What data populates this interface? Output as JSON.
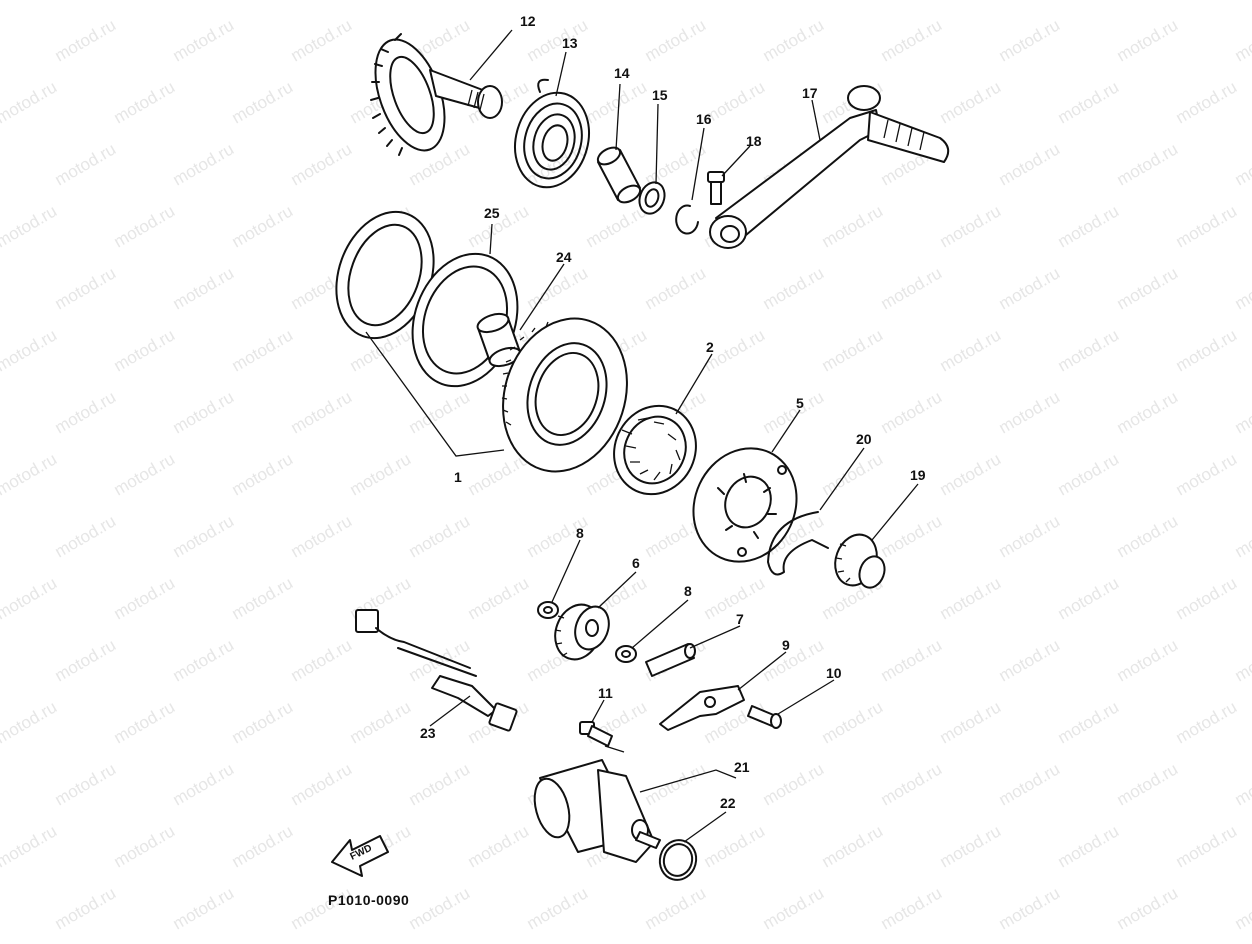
{
  "watermark": "motod.ru",
  "diagram_code": "P1010-0090",
  "fwd_label": "FWD",
  "parts": [
    {
      "id": "p1",
      "label": "1"
    },
    {
      "id": "p2",
      "label": "2"
    },
    {
      "id": "p5",
      "label": "5"
    },
    {
      "id": "p6",
      "label": "6"
    },
    {
      "id": "p7",
      "label": "7"
    },
    {
      "id": "p8a",
      "label": "8"
    },
    {
      "id": "p8b",
      "label": "8"
    },
    {
      "id": "p9",
      "label": "9"
    },
    {
      "id": "p10",
      "label": "10"
    },
    {
      "id": "p11",
      "label": "11"
    },
    {
      "id": "p12",
      "label": "12"
    },
    {
      "id": "p13",
      "label": "13"
    },
    {
      "id": "p14",
      "label": "14"
    },
    {
      "id": "p15",
      "label": "15"
    },
    {
      "id": "p16",
      "label": "16"
    },
    {
      "id": "p17",
      "label": "17"
    },
    {
      "id": "p18",
      "label": "18"
    },
    {
      "id": "p19",
      "label": "19"
    },
    {
      "id": "p20",
      "label": "20"
    },
    {
      "id": "p21",
      "label": "21"
    },
    {
      "id": "p22",
      "label": "22"
    },
    {
      "id": "p23",
      "label": "23"
    },
    {
      "id": "p24",
      "label": "24"
    },
    {
      "id": "p25",
      "label": "25"
    }
  ]
}
